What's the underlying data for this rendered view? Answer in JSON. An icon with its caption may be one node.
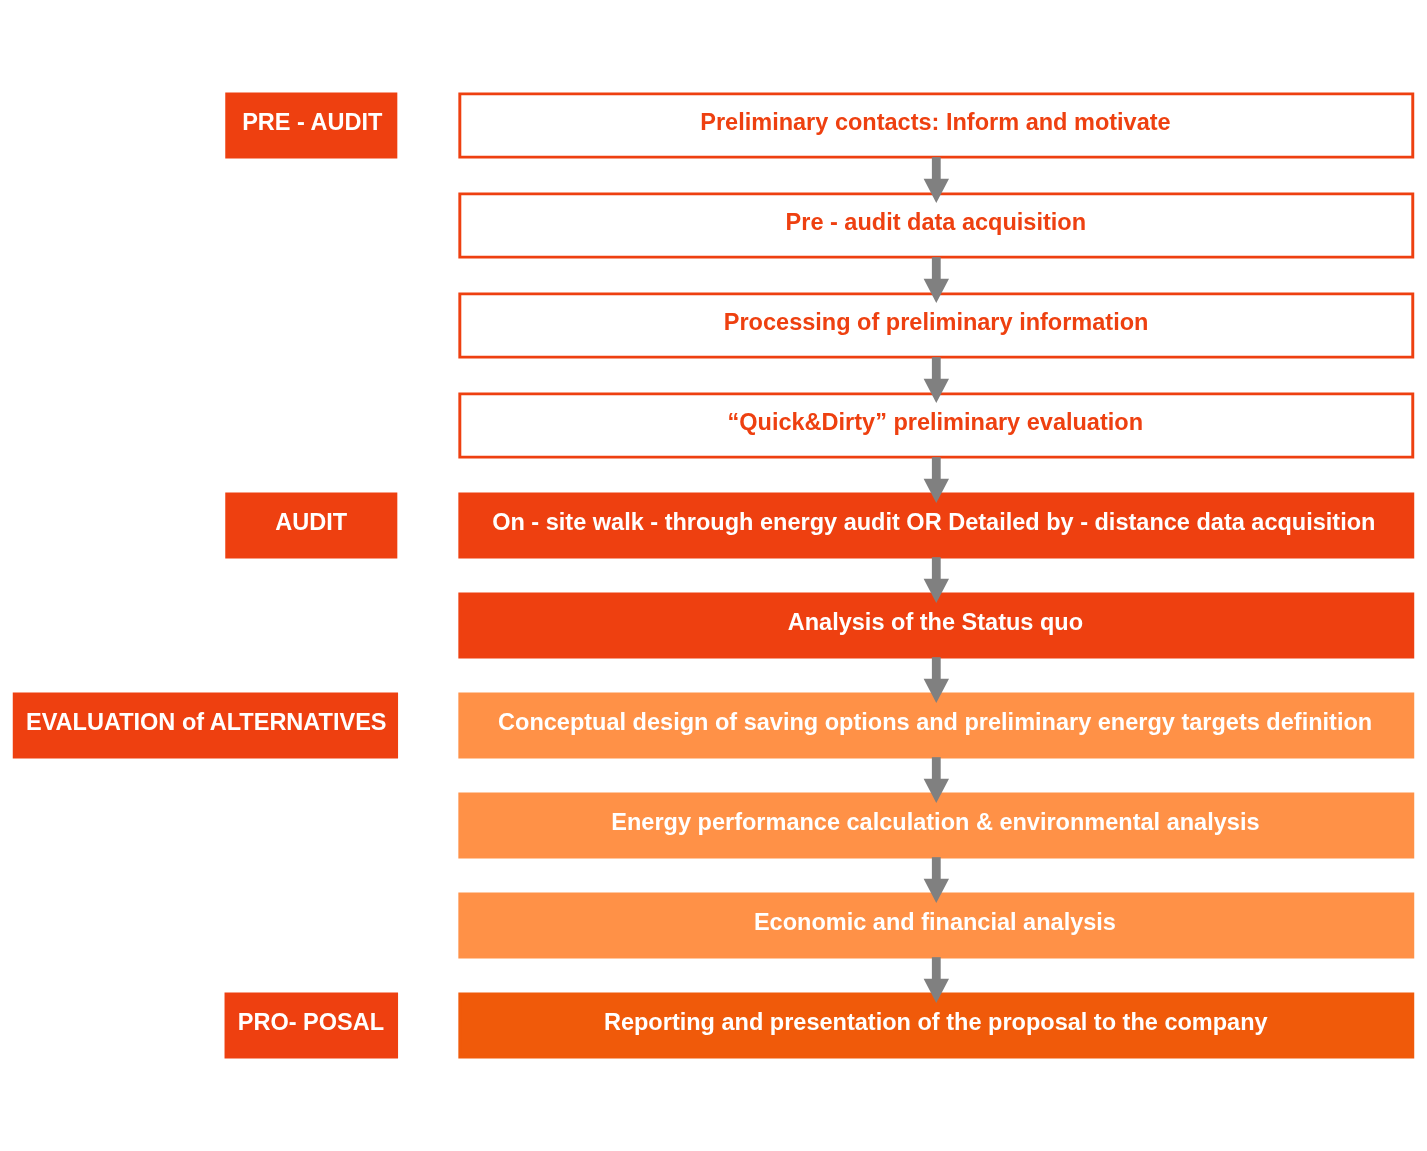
{
  "diagram": {
    "nodes": [
      {
        "text": [
          "PRE - AUDIT"
        ]
      },
      {
        "text": [
          "Preliminary contacts: Inform and motivate"
        ]
      },
      {
        "text": [
          "Pre - audit data acquisition"
        ]
      },
      {
        "text": [
          "Processing of preliminary information"
        ]
      },
      {
        "text": [
          "“Quick&Dirty” preliminary evaluation"
        ]
      },
      {
        "text": [
          "AUDIT"
        ]
      },
      {
        "text": [
          "On - site walk - through energy audit OR Detailed by - distance data acquisition"
        ]
      },
      {
        "text": [
          "Analysis of the Status quo"
        ]
      },
      {
        "text": [
          "EVALUATION of ALTERNATIVES"
        ]
      },
      {
        "text": [
          "Conceptual design of saving options and preliminary energy targets definition"
        ]
      },
      {
        "text": [
          "Energy performance calculation & environmental analysis"
        ]
      },
      {
        "text": [
          "Economic and financial analysis"
        ]
      },
      {
        "text": [
          "PRO- POSAL"
        ]
      },
      {
        "text": [
          "Reporting and presentation of the proposal to the company"
        ]
      }
    ],
    "edges": [
      {
        "from": 1,
        "to": 2,
        "arrow": "to"
      },
      {
        "from": 2,
        "to": 3,
        "arrow": "to"
      },
      {
        "from": 3,
        "to": 4,
        "arrow": "to"
      },
      {
        "from": 4,
        "to": 6,
        "arrow": "to"
      },
      {
        "from": 6,
        "to": 7,
        "arrow": "to"
      },
      {
        "from": 7,
        "to": 9,
        "arrow": "to"
      },
      {
        "from": 9,
        "to": 10,
        "arrow": "to"
      },
      {
        "from": 10,
        "to": 11,
        "arrow": "to"
      },
      {
        "from": 11,
        "to": 13,
        "arrow": "to"
      }
    ]
  }
}
